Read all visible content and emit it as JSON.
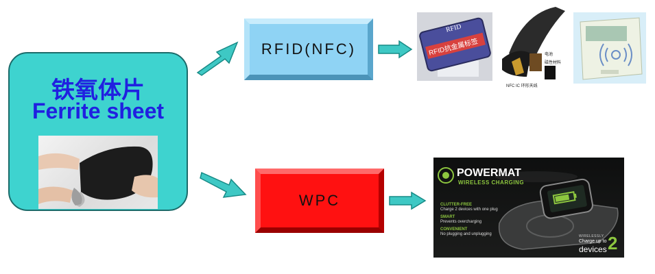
{
  "ferrite": {
    "title_cn": "铁氧体片",
    "title_en": "Ferrite sheet"
  },
  "nodes": {
    "rfid_label": "RFID(NFC)",
    "wpc_label": "WPC"
  },
  "rfid_tag": {
    "top_text": "RFID",
    "middle_text": "RFID抗金属标签"
  },
  "nfc_phone": {
    "label_material": "磁性材料",
    "label_chip": "电池",
    "label_antenna": "NFC IC 环形天线"
  },
  "powermat": {
    "brand": "POWERMAT",
    "subtitle": "WIRELESS CHARGING",
    "features": [
      {
        "heading": "CLUTTER-FREE",
        "text": "Charge 2 devices with one plug"
      },
      {
        "heading": "SMART",
        "text": "Prevents overcharging"
      },
      {
        "heading": "CONVENIENT",
        "text": "No plugging and unplugging"
      }
    ],
    "badge_small": "WIRELESSLY",
    "badge_line": "Charge up to",
    "badge_devices": "devices",
    "badge_number": "2"
  },
  "colors": {
    "ferrite_box": "#3ed3cf",
    "title_text": "#2020e0",
    "rfid_box": "#8fd3f4",
    "wpc_box": "#ff1111",
    "arrow": "#3ec8c4",
    "powermat_accent": "#8dc63f"
  }
}
